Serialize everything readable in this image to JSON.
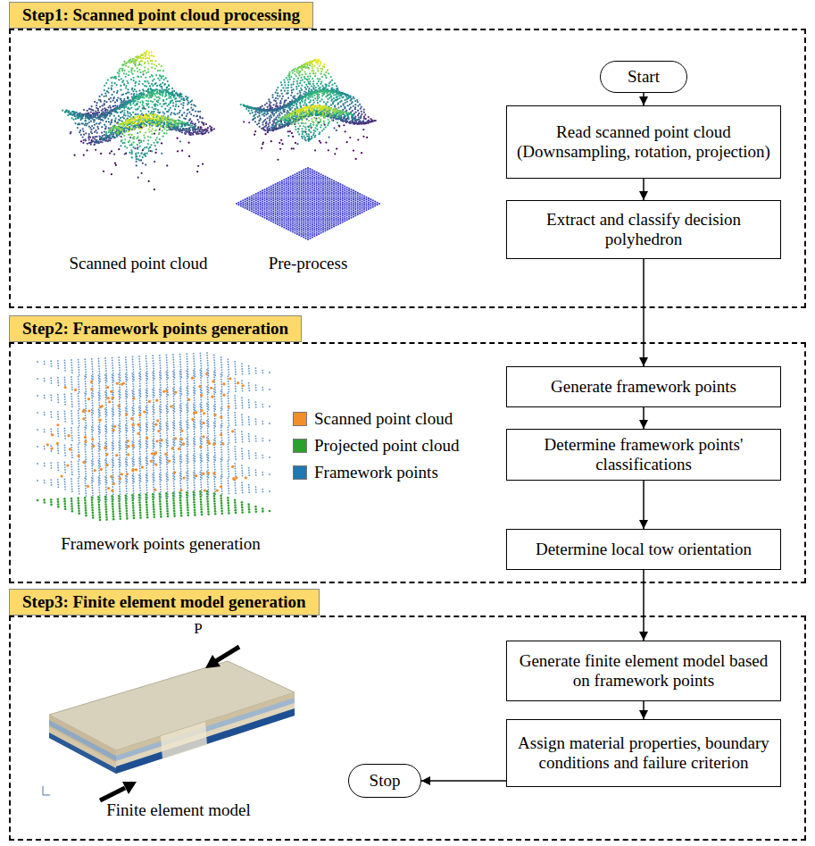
{
  "diagram": {
    "nodes": [
      {
        "text": [
          "Step1: Scanned point cloud processing"
        ]
      },
      {
        "text": [
          "Start"
        ],
        "in": 0
      },
      {
        "text": [
          "Read scanned point cloud (Downsampling, rotation, projection)"
        ],
        "in": 0
      },
      {
        "text": [
          "Extract and classify decision polyhedron"
        ],
        "in": 0
      },
      {
        "text": [
          "Step2: Framework points generation"
        ]
      },
      {
        "text": [
          "Generate framework points"
        ],
        "in": 4
      },
      {
        "text": [
          "Determine framework points' classifications"
        ],
        "in": 4
      },
      {
        "text": [
          "Determine local tow orientation"
        ],
        "in": 4
      },
      {
        "text": [
          "Step3: Finite element model generation"
        ]
      },
      {
        "text": [
          "Generate finite element model based on framework points"
        ],
        "in": 8
      },
      {
        "text": [
          "Assign material properties, boundary conditions and failure criterion"
        ],
        "in": 8
      },
      {
        "text": [
          "Stop"
        ],
        "in": 8
      }
    ],
    "edges": [
      {
        "from": 1,
        "to": 2,
        "arrow": "to"
      },
      {
        "from": 2,
        "to": 3,
        "arrow": "to"
      },
      {
        "from": 3,
        "to": 5,
        "arrow": "to"
      },
      {
        "from": 5,
        "to": 6,
        "arrow": "to"
      },
      {
        "from": 6,
        "to": 7,
        "arrow": "to"
      },
      {
        "from": 7,
        "to": 9,
        "arrow": "to"
      },
      {
        "from": 9,
        "to": 10,
        "arrow": "to"
      },
      {
        "from": 10,
        "to": 11,
        "arrow": "to"
      }
    ],
    "labels": [
      "Scanned point cloud",
      "Pre-process",
      "Framework points generation",
      "P",
      "Finite element model"
    ],
    "legend": [
      {
        "text": "Scanned point cloud",
        "color": "#f28e2b"
      },
      {
        "text": "Projected point cloud",
        "color": "#2ca02c"
      },
      {
        "text": "Framework points",
        "color": "#1f77b4"
      }
    ]
  }
}
